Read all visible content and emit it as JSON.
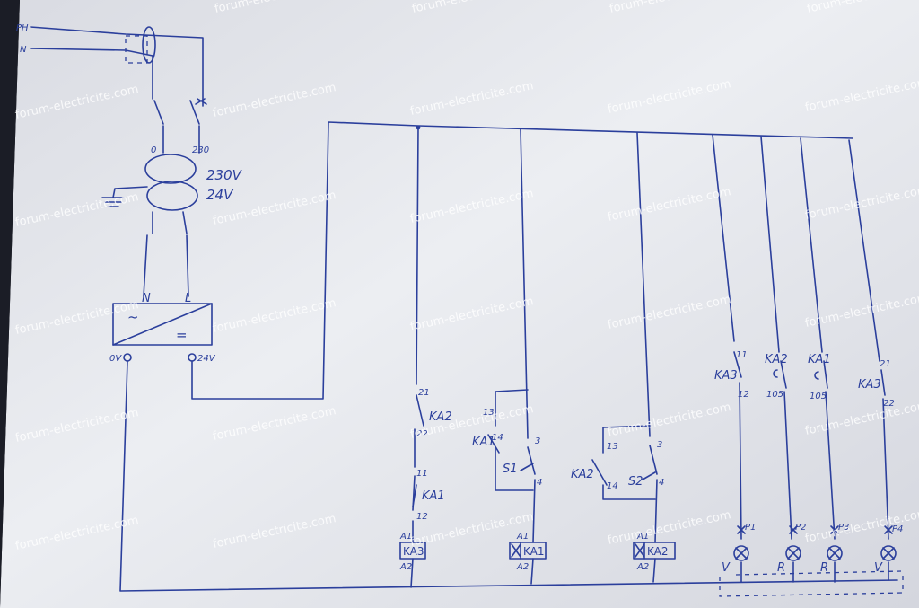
{
  "watermark": "forum-electricite.com",
  "colors": {
    "ink": "#2b3f9c",
    "paper": "#e8e9ee",
    "background": "#1b1d26"
  },
  "supply": {
    "phase": "PH",
    "neutral": "N"
  },
  "transformer": {
    "tap": "230",
    "tap0": "0",
    "primary": "230V",
    "secondary": "24V",
    "icon": "ground-icon"
  },
  "converter": {
    "n": "N",
    "l": "L",
    "ac_symbol": "~",
    "dc_symbol": "=",
    "zero_v": "0V",
    "out_v": "24V"
  },
  "rungs": {
    "r1": {
      "c1_top": "21",
      "c1_bot": "22",
      "c1_name": "KA2",
      "c2_top": "11",
      "c2_bot": "12",
      "c2_name": "KA1",
      "coil_a1": "A1",
      "coil_a2": "A2",
      "coil": "KA3"
    },
    "r2": {
      "nc_top": "13",
      "nc_bot": "14",
      "nc_name": "KA1",
      "sw_top": "3",
      "sw_bot": "4",
      "sw_name": "S1",
      "coil_a1": "A1",
      "coil_a2": "A2",
      "coil": "KA1"
    },
    "r3": {
      "nc_top": "13",
      "nc_bot": "14",
      "nc_name": "KA2",
      "sw_top": "3",
      "sw_bot": "4",
      "sw_name": "S2",
      "coil_a1": "A1",
      "coil_a2": "A2",
      "coil": "KA2"
    }
  },
  "lamps": [
    {
      "contact": "KA3",
      "top": "11",
      "bot": "12",
      "lamp": "P1",
      "color": "V"
    },
    {
      "contact": "KA2",
      "top": "",
      "bot": "105",
      "lamp": "P2",
      "color": "R"
    },
    {
      "contact": "KA1",
      "top": "",
      "bot": "105",
      "lamp": "P3",
      "color": "R"
    },
    {
      "contact": "KA3",
      "top": "21",
      "bot": "22",
      "lamp": "P4",
      "color": "V"
    }
  ],
  "extra_marks": {
    "lamp2_top": "KA2",
    "lamp3_top": "KA1"
  }
}
